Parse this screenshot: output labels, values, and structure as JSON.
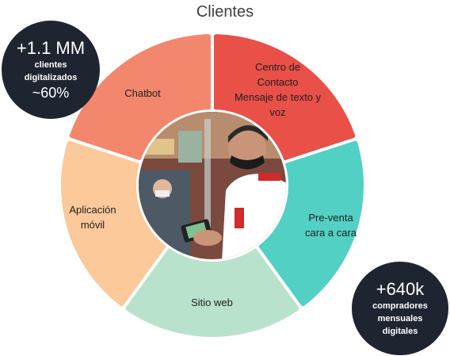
{
  "title": "Clientes",
  "segments": [
    {
      "label_lines": [
        "Chatbot"
      ],
      "color": "#f2876e"
    },
    {
      "label_lines": [
        "Centro de",
        "Contacto",
        "Mensaje de texto y",
        "voz"
      ],
      "color": "#e85048"
    },
    {
      "label_lines": [
        "Pre-venta",
        "cara a cara"
      ],
      "color": "#52d0c4"
    },
    {
      "label_lines": [
        "Sitio web"
      ],
      "color": "#b9e2cd"
    },
    {
      "label_lines": [
        "Aplicación",
        "móvil"
      ],
      "color": "#fbc99a"
    }
  ],
  "badges": [
    {
      "value": "+1.1 MM",
      "lines": [
        "clientes",
        "digitalizados"
      ],
      "extra": "~60%"
    },
    {
      "value": "+640k",
      "lines": [
        "compradores",
        "mensuales",
        "digitales"
      ]
    }
  ],
  "center_image": "photo-of-salesperson-with-smartphone"
}
